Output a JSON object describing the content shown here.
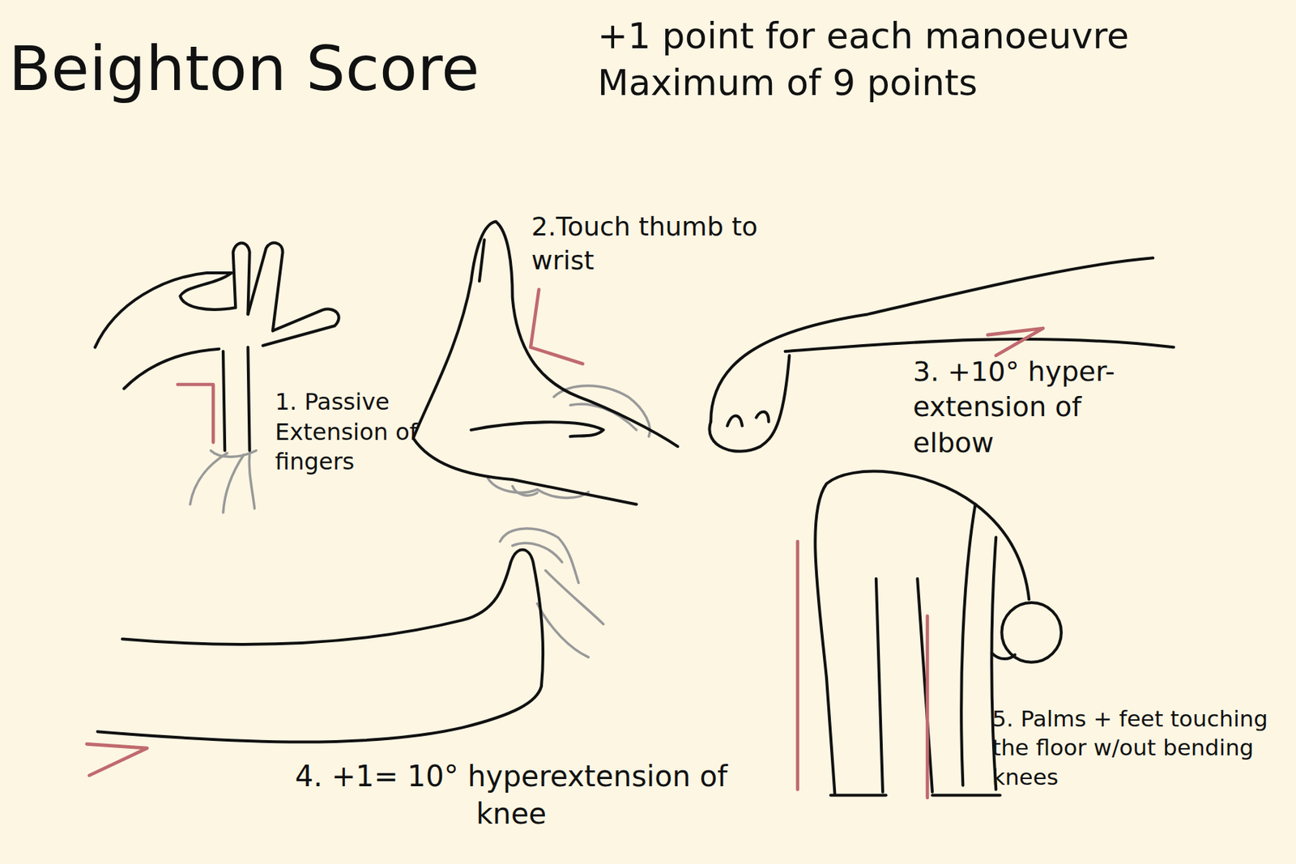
{
  "diagram": {
    "title": "Beighton Score",
    "labels": [
      "+1 point for each manoeuvre Maximum of 9 points",
      "1. Passive Extension of fingers",
      "2.Touch thumb to wrist",
      "3. +10° hyper-extension of elbow",
      "4. +1= 10° hyperextension of knee",
      "5. Palms + feet touching the floor w/out bending knees"
    ]
  }
}
